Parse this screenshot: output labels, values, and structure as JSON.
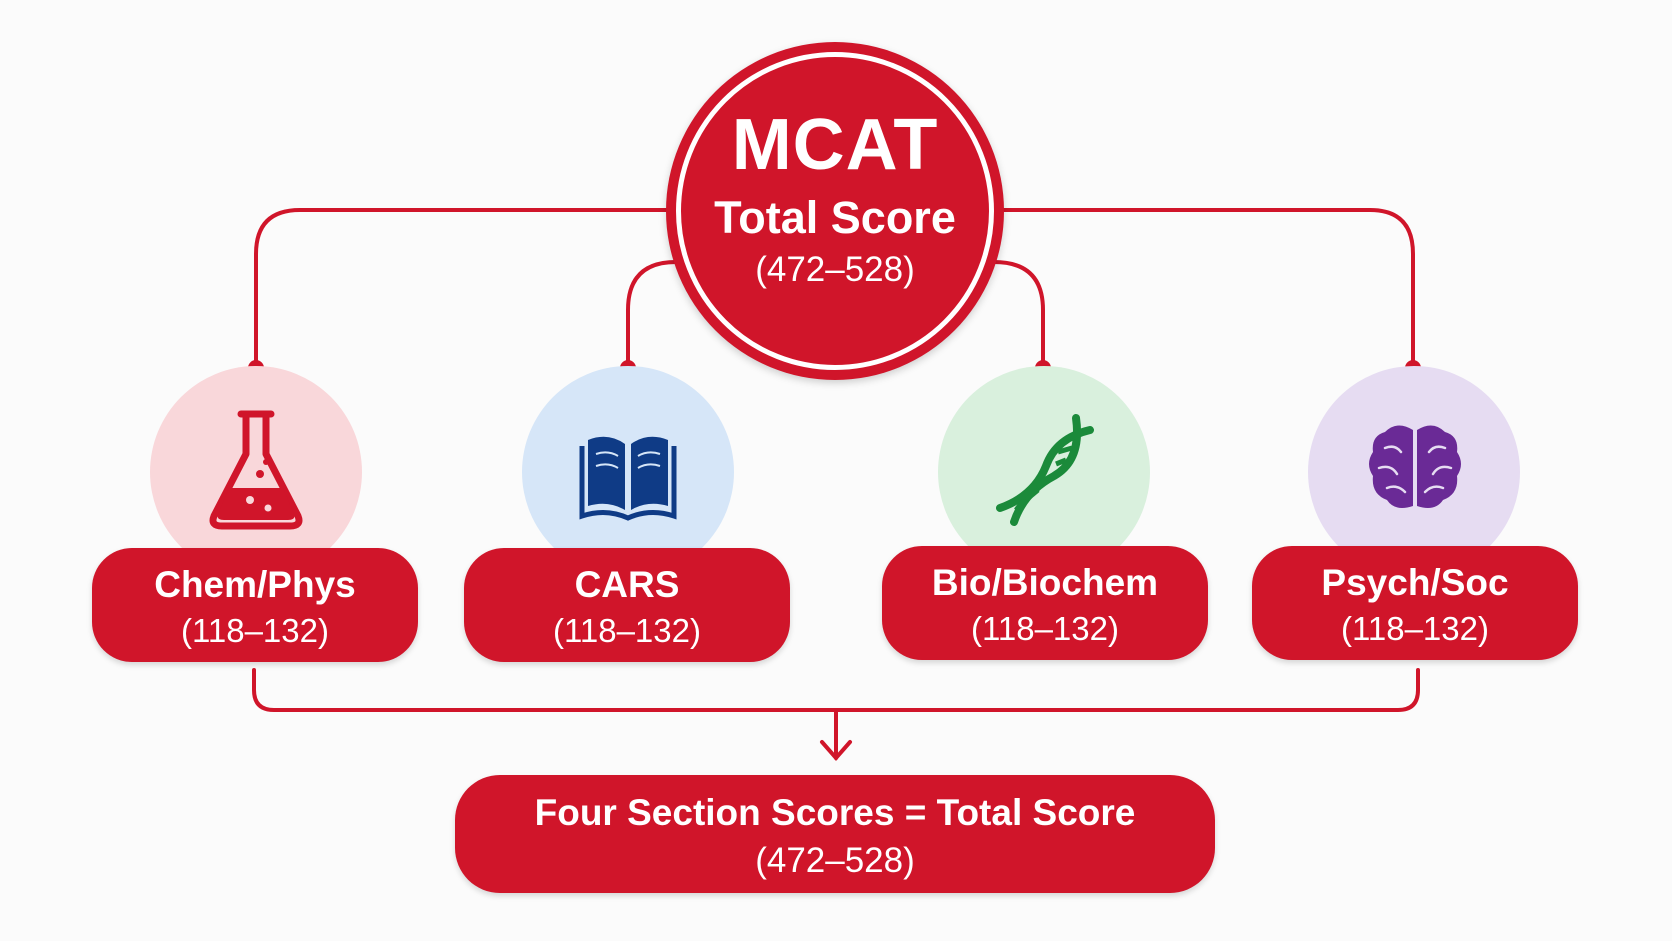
{
  "colors": {
    "primary": "#d0152a",
    "chem_bg": "#f9d7da",
    "cars_bg": "#d6e6f8",
    "bio_bg": "#d9f0dd",
    "psych_bg": "#e6dcf2",
    "chem_icon": "#d0152a",
    "cars_icon": "#0f3b86",
    "bio_icon": "#1b8a3a",
    "psych_icon": "#6a2a96"
  },
  "root": {
    "title": "MCAT",
    "subtitle": "Total Score",
    "range": "(472–528)"
  },
  "sections": [
    {
      "name": "Chem/Phys",
      "range": "(118–132)",
      "icon": "flask-icon"
    },
    {
      "name": "CARS",
      "range": "(118–132)",
      "icon": "book-icon"
    },
    {
      "name": "Bio/Biochem",
      "range": "(118–132)",
      "icon": "dna-icon"
    },
    {
      "name": "Psych/Soc",
      "range": "(118–132)",
      "icon": "brain-icon"
    }
  ],
  "total": {
    "line": "Four Section Scores = Total Score",
    "range": "(472–528)"
  }
}
